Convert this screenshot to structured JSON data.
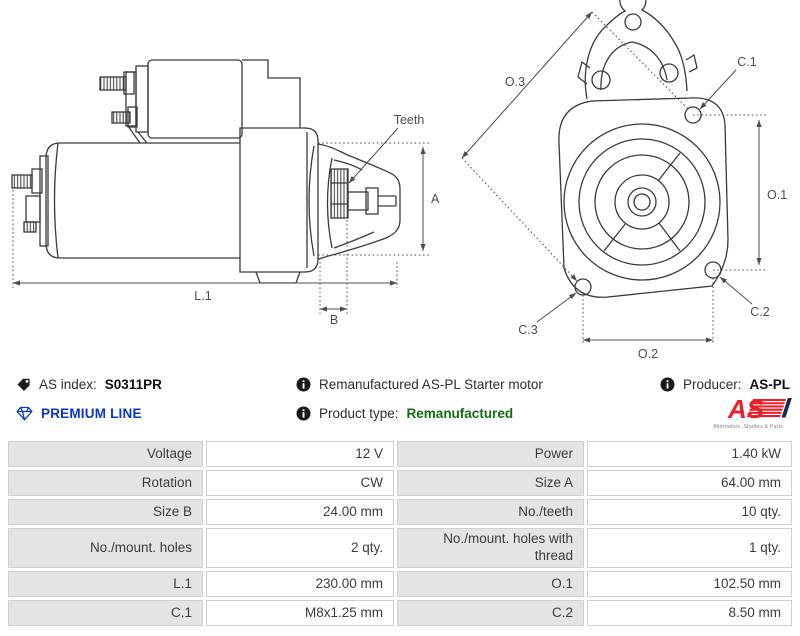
{
  "colors": {
    "accent_blue": "#0b36cc",
    "accent_green": "#116e11",
    "logo_red": "#e62129",
    "table_label_bg": "#e4e4e4",
    "drawing_line": "#3a3a3a"
  },
  "side_view": {
    "teeth": "Teeth",
    "a": "A",
    "l1": "L.1",
    "b": "B"
  },
  "front_view": {
    "o3": "O.3",
    "c1": "C.1",
    "o1": "O.1",
    "c3": "C.3",
    "c2": "C.2",
    "o2": "O.2"
  },
  "info": {
    "as_index_label": "AS index:",
    "as_index_value": "S0311PR",
    "premium_line": "PREMIUM LINE",
    "description": "Remanufactured AS-PL Starter motor",
    "product_type_label": "Product type:",
    "product_type_value": "Remanufactured",
    "producer_label": "Producer:",
    "producer_value": "AS-PL"
  },
  "logo": {
    "text": "AS",
    "tagline": "Alternators, Starters & Parts"
  },
  "spec_table": {
    "rows": [
      [
        "Voltage",
        "12 V",
        "Power",
        "1.40 kW"
      ],
      [
        "Rotation",
        "CW",
        "Size A",
        "64.00 mm"
      ],
      [
        "Size B",
        "24.00 mm",
        "No./teeth",
        "10 qty."
      ],
      [
        "No./mount. holes",
        "2 qty.",
        "No./mount. holes with thread",
        "1 qty."
      ],
      [
        "L.1",
        "230.00 mm",
        "O.1",
        "102.50 mm"
      ],
      [
        "C.1",
        "M8x1.25 mm",
        "C.2",
        "8.50 mm"
      ]
    ]
  }
}
